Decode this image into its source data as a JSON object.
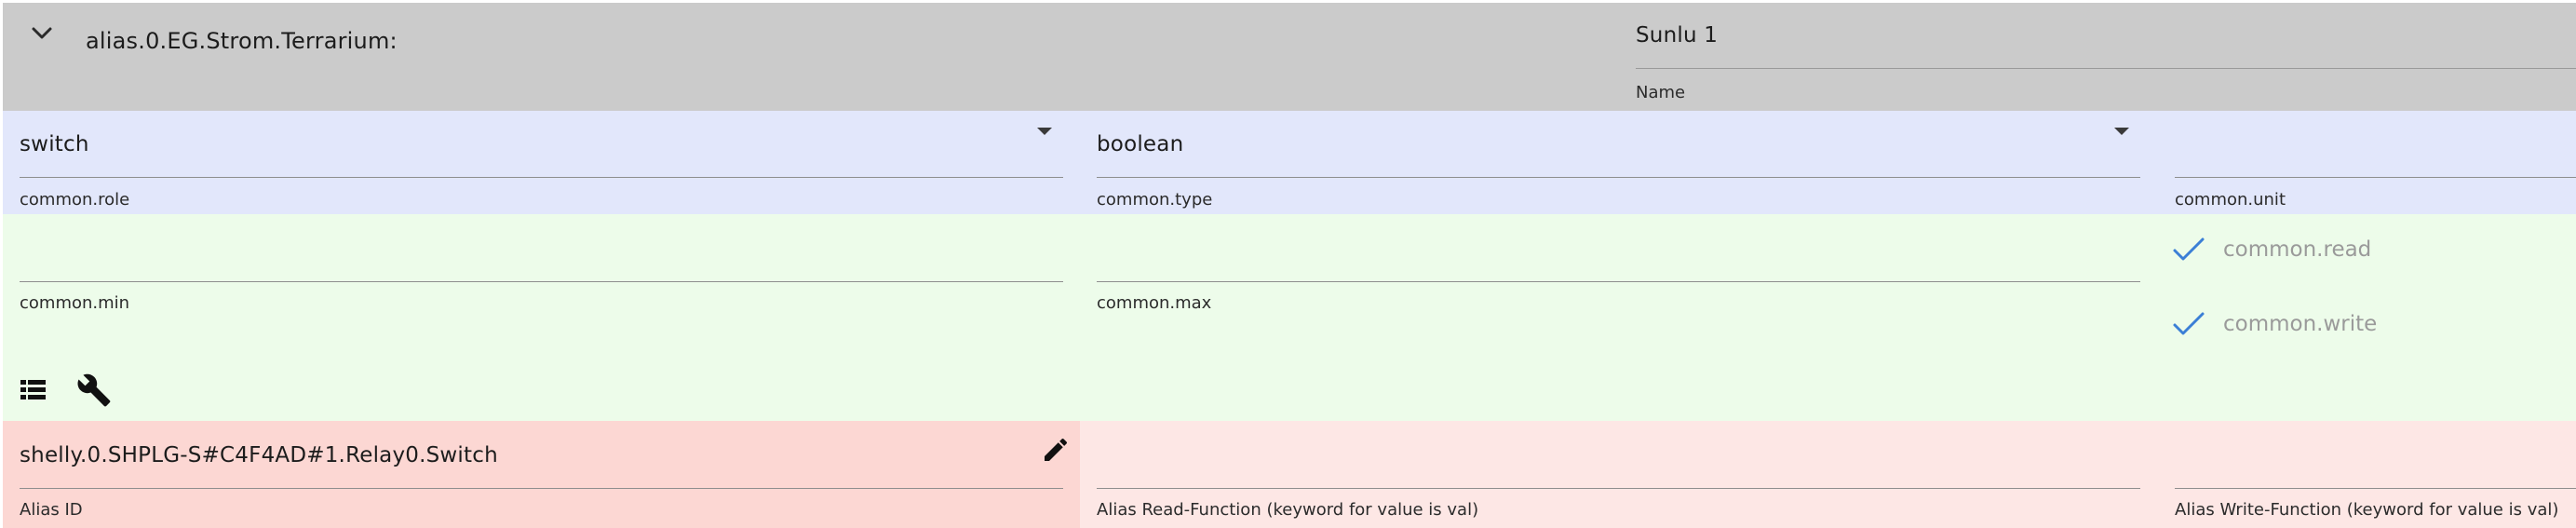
{
  "header": {
    "path": "alias.0.EG.Strom.Terrarium:",
    "name_value": "Sunlu 1",
    "name_label": "Name"
  },
  "row_common": {
    "role_value": "switch",
    "role_label": "common.role",
    "type_value": "boolean",
    "type_label": "common.type",
    "unit_value": "",
    "unit_label": "common.unit"
  },
  "row_minmax": {
    "min_value": "",
    "min_label": "common.min",
    "max_value": "",
    "max_label": "common.max",
    "read_label": "common.read",
    "read_checked": true,
    "write_label": "common.write",
    "write_checked": true
  },
  "toolbar": {
    "icons": [
      "list-icon",
      "wrench-icon"
    ]
  },
  "row_alias": {
    "alias_id_value": "shelly.0.SHPLG-S#C4F4AD#1.Relay0.Switch",
    "alias_id_label": "Alias ID",
    "read_fn_value": "",
    "read_fn_label": "Alias Read-Function (keyword for value is val)",
    "write_fn_value": "",
    "write_fn_label": "Alias Write-Function (keyword for value is val)"
  },
  "colors": {
    "header_bg": "#cbcbcb",
    "common_bg": "#e2e7fb",
    "minmax_bg": "#edfcea",
    "alias_id_bg": "#fcd7d3",
    "alias_fn_bg": "#fde7e5",
    "checkmark": "#3b7fd6"
  }
}
